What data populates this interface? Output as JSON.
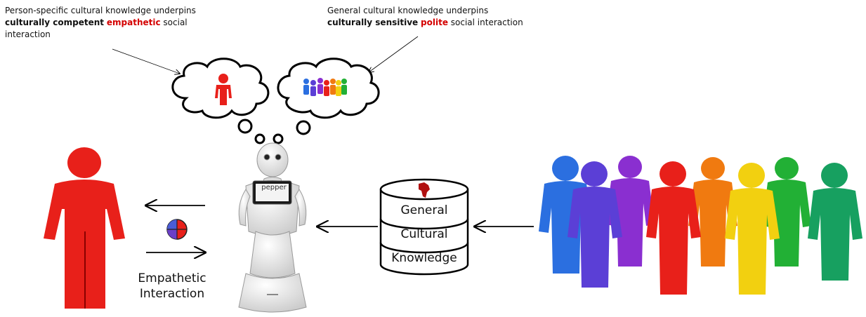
{
  "captions": {
    "left": {
      "line1": "Person-specific cultural knowledge underpins",
      "bold1": "culturally competent",
      "highlight": "empathetic",
      "tail": "social",
      "line3": "interaction"
    },
    "right": {
      "line1": "General cultural knowledge underpins",
      "bold1": "culturally sensitive",
      "highlight": "polite",
      "tail": "social interaction"
    }
  },
  "labels": {
    "empathetic_line1": "Empathetic",
    "empathetic_line2": "Interaction",
    "robot_screen": "pepper"
  },
  "database": {
    "lines": [
      "General",
      "Cultural",
      "Knowledge"
    ]
  },
  "colors": {
    "highlight": "#d40000",
    "person_red": "#e8201a",
    "crowd": [
      "#2b6fe0",
      "#5b3fd6",
      "#8a2fd0",
      "#e8201a",
      "#f07a10",
      "#f2d010",
      "#22b035",
      "#17a060"
    ]
  }
}
